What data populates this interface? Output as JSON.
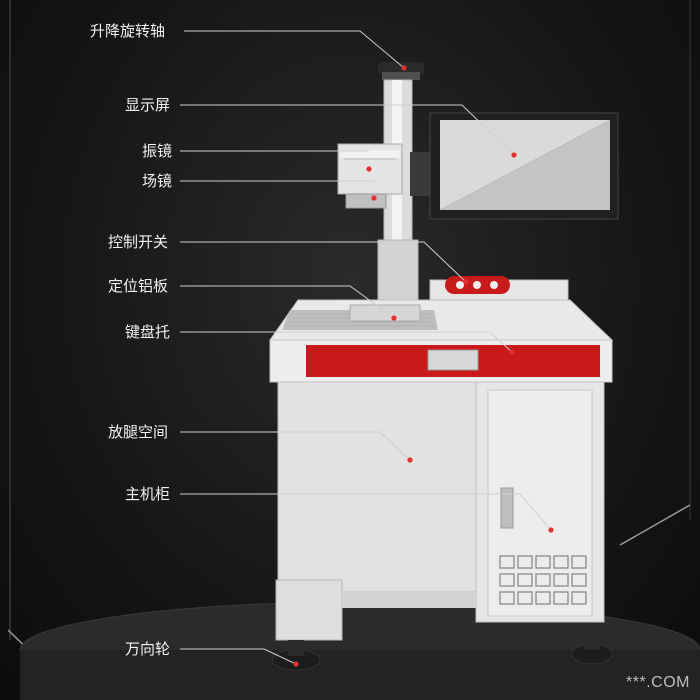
{
  "labels": [
    "升降旋转轴",
    "显示屏",
    "振镜",
    "场镜",
    "控制开关",
    "定位铝板",
    "键盘托",
    "放腿空间",
    "主机柜",
    "万向轮"
  ],
  "watermark": "***.COM",
  "colors": {
    "accent_red": "#c81a1a",
    "machine_body": "#e9e9e9",
    "leader_line": "#cfcfcf",
    "background": "#161617"
  }
}
